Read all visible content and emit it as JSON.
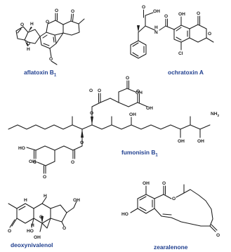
{
  "colors": {
    "bond": "#1b1b1b",
    "label": "#1f3f8f"
  },
  "molecules": [
    {
      "id": "aflatoxin-b1",
      "label_main": "aflatoxin B",
      "label_sub": "1",
      "atoms": {
        "o_carbonyl_1": "O",
        "o_carbonyl_2": "O",
        "o_lactone": "O",
        "o_furan_1": "O",
        "o_furan_2": "O",
        "o_methoxy": "O",
        "h_top": "H",
        "h_bottom": "H"
      }
    },
    {
      "id": "ochratoxin-a",
      "label_main": "ochratoxin A",
      "label_sub": "",
      "atoms": {
        "o_acid_top": "O",
        "oh_acid": "OH",
        "nh": "H",
        "n": "N",
        "o_amide": "O",
        "oh_phenol": "OH",
        "o_lactone_carbonyl": "O",
        "o_ring": "O",
        "cl": "Cl"
      }
    },
    {
      "id": "fumonisin-b1",
      "label_main": "fumonisin B",
      "label_sub": "1",
      "atoms": {
        "o_top_1": "O",
        "oh_top_1": "OH",
        "o_top_2": "O",
        "o_top_3": "O",
        "o_top_4": "O",
        "oh_top_2": "OH",
        "o_ester_top": "O",
        "oh_mid": "OH",
        "nh2": "NH",
        "nh2_sub": "2",
        "oh_b1": "OH",
        "oh_b2": "OH",
        "ho_left": "HO",
        "o_bl_1": "O",
        "o_bl_2": "O",
        "o_bl_3": "O",
        "oh_bl": "OH",
        "o_ester_bottom": "O"
      }
    },
    {
      "id": "deoxynivalenol",
      "label_main": "deoxynivalenol",
      "label_sub": "",
      "atoms": {
        "o_ketone": "O",
        "h_1": "H",
        "h_2": "H",
        "o_bridge": "O",
        "oh_right": "OH",
        "oh_bottom": "OH",
        "ho_bottom": "HO",
        "h_3": "H",
        "o_epoxide": "O"
      }
    },
    {
      "id": "zearalenone",
      "label_main": "zearalenone",
      "label_sub": "",
      "atoms": {
        "oh_top": "OH",
        "o_carbonyl": "O",
        "o_ring": "O",
        "ho_left": "HO",
        "o_ketone": "O"
      }
    }
  ]
}
